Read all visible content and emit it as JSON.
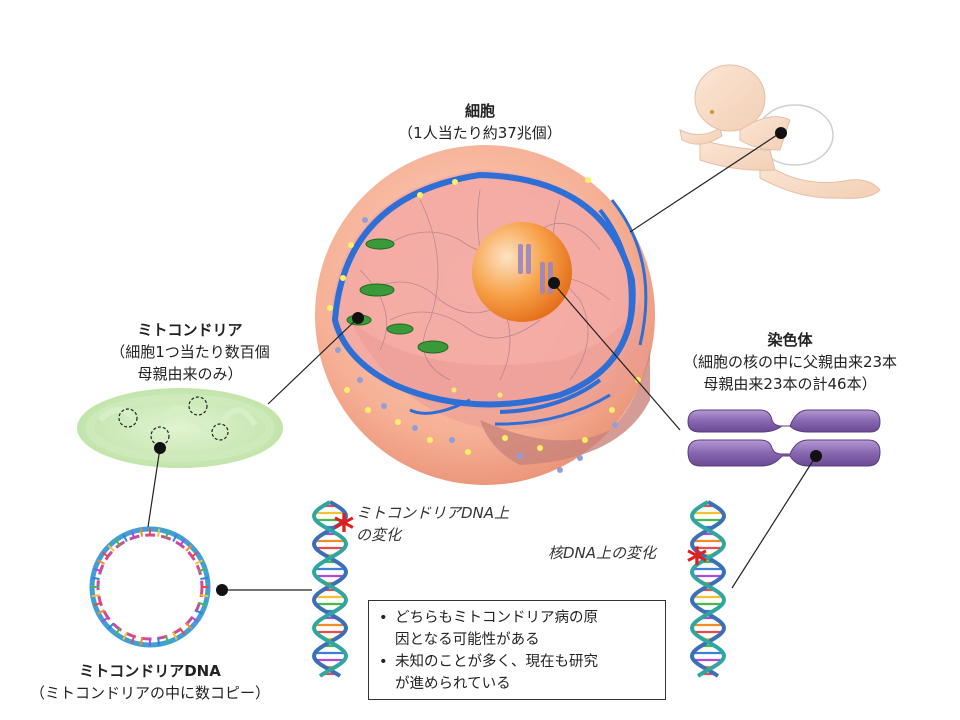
{
  "cell": {
    "title": "細胞",
    "subtitle": "（1人当たり約37兆個）"
  },
  "mitochondria": {
    "title": "ミトコンドリア",
    "line1": "（細胞1つ当たり数百個",
    "line2": "母親由来のみ）"
  },
  "chromosome": {
    "title": "染色体",
    "line1": "（細胞の核の中に父親由来23本",
    "line2": "母親由来23本の計46本）"
  },
  "mtdna": {
    "title": "ミトコンドリアDNA",
    "subtitle": "（ミトコンドリアの中に数コピー）"
  },
  "notes": {
    "mt_change_line1": "ミトコンドリアDNA上",
    "mt_change_line2": "の変化",
    "nuclear_change": "核DNA上の変化"
  },
  "info_box": {
    "items": [
      {
        "line1": "どちらもミトコンドリア病の原",
        "line2": "因となる可能性がある"
      },
      {
        "line1": "未知のことが多く、現在も研究",
        "line2": "が進められている"
      }
    ]
  },
  "colors": {
    "cell_body": "#f6b79a",
    "cell_cytoplasm": "#f2a9a0",
    "membrane_blue": "#2e6fd6",
    "nucleus": "#f28a2a",
    "mito_green": "#3a9a3a",
    "chromosome_purple": "#8a6bb0",
    "asterisk_red": "#e02020"
  }
}
